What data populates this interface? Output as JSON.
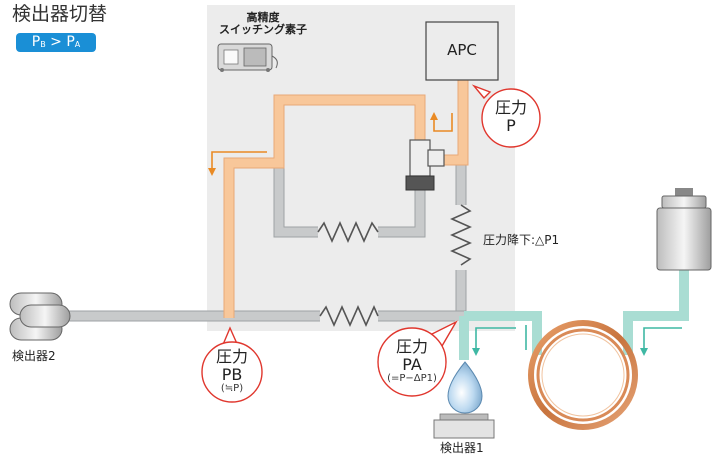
{
  "title": "検出器切替",
  "badge": {
    "p1": "P",
    "s1": "B",
    "op": ">",
    "p2": "P",
    "s2": "A"
  },
  "switch_label": {
    "line1": "高精度",
    "line2": "スイッチング素子"
  },
  "apc_label": "APC",
  "bubble_p": {
    "line1": "圧力",
    "line2": "P"
  },
  "bubble_pb": {
    "line1": "圧力",
    "line2": "PB",
    "note": "(≒P)"
  },
  "bubble_pa": {
    "line1": "圧力",
    "line2": "PA",
    "note": "(=P−ΔP1)"
  },
  "pressure_drop_label": "圧力降下:△P1",
  "detector1_label": "検出器1",
  "detector2_label": "検出器2",
  "colors": {
    "gray_pipe": "#c8cacb",
    "orange_pipe": "#f8c79a",
    "teal_pipe": "#a9ddd3",
    "panel": "#ececec",
    "bubble_border": "#e0372e",
    "badge": "#1a8fd6",
    "coil": "#cf7f4a",
    "arrow_orange": "#e98a24",
    "arrow_teal": "#3fb8a4"
  }
}
